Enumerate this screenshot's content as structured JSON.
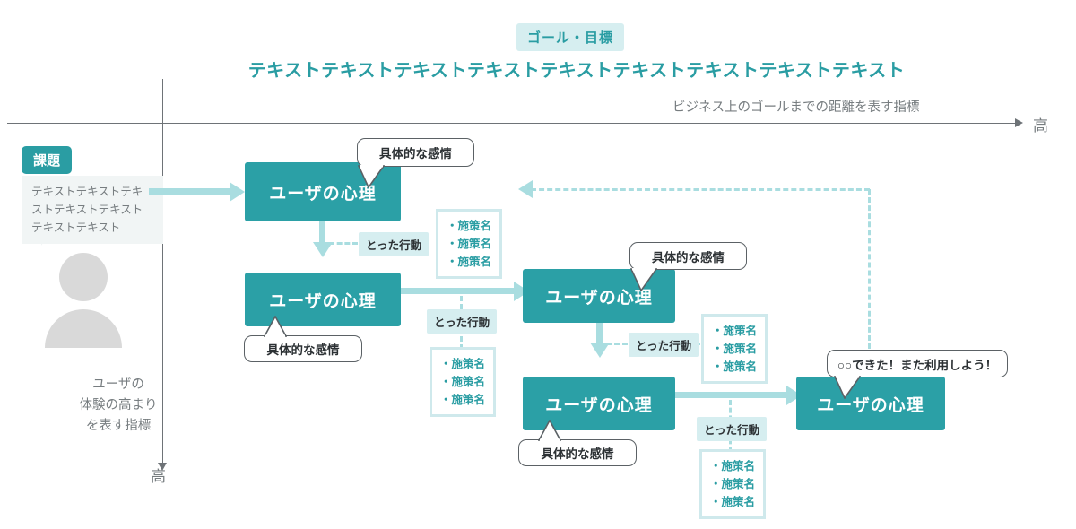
{
  "header": {
    "goal_badge": "ゴール・目標",
    "title": "テキストテキストテキストテキストテキストテキストテキストテキストテキスト"
  },
  "axes": {
    "x_label": "ビジネス上のゴールまでの距離を表す指標",
    "x_end": "高",
    "y_label": "ユーザの\n体験の高まり\nを表す指標",
    "y_label_line1": "ユーザの",
    "y_label_line2": "体験の高まり",
    "y_label_line3": "を表す指標",
    "y_end": "高"
  },
  "issue": {
    "badge": "課題",
    "text": "テキストテキストテキストテキストテキストテキストテキスト",
    "avatar": "user-avatar"
  },
  "stages": [
    {
      "title": "ユーザの心理",
      "emotion": "具体的な感情",
      "emotion_position": "above"
    },
    {
      "title": "ユーザの心理",
      "emotion": "具体的な感情",
      "emotion_position": "below"
    },
    {
      "title": "ユーザの心理",
      "emotion": "具体的な感情",
      "emotion_position": "above"
    },
    {
      "title": "ユーザの心理",
      "emotion": "具体的な感情",
      "emotion_position": "below"
    },
    {
      "title": "ユーザの心理",
      "emotion": "○○できた！また利用しよう！",
      "emotion_position": "above"
    }
  ],
  "actions": [
    {
      "label": "とった行動"
    },
    {
      "label": "とった行動"
    },
    {
      "label": "とった行動"
    },
    {
      "label": "とった行動"
    }
  ],
  "measures": [
    {
      "items": [
        "・施策名",
        "・施策名",
        "・施策名"
      ]
    },
    {
      "items": [
        "・施策名",
        "・施策名",
        "・施策名"
      ]
    },
    {
      "items": [
        "・施策名",
        "・施策名",
        "・施策名"
      ]
    },
    {
      "items": [
        "・施策名",
        "・施策名",
        "・施策名"
      ]
    }
  ],
  "colors": {
    "teal": "#2ba0a6",
    "teal_text": "#2a9da3",
    "teal_light": "#a9dde0",
    "teal_pale": "#d6eef0",
    "measure_border": "#cfe9ec",
    "gray_text": "#777d80",
    "avatar_gray": "#d9d9d9",
    "bubble_gray": "#f1f5f5"
  }
}
